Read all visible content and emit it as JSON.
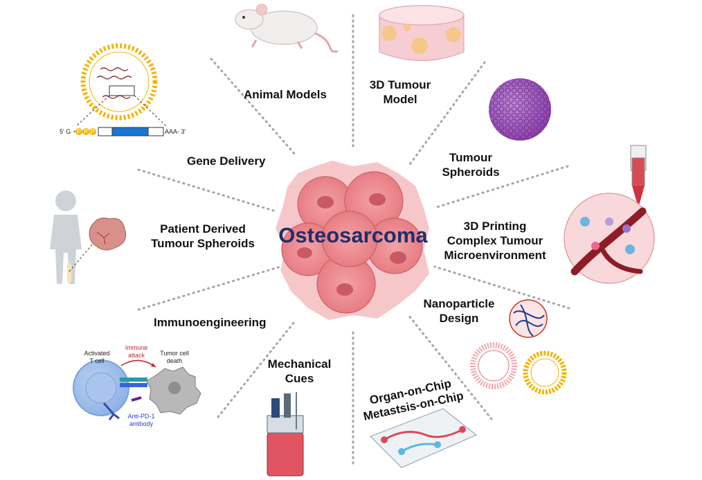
{
  "center": {
    "title": "Osteosarcoma"
  },
  "topics": {
    "animal_models": "Animal Models",
    "tumour_model": [
      "3D Tumour",
      "Model"
    ],
    "gene_delivery": "Gene Delivery",
    "tumour_spheroids": [
      "Tumour",
      "Spheroids"
    ],
    "patient_derived": [
      "Patient Derived",
      "Tumour Spheroids"
    ],
    "printing": [
      "3D Printing",
      "Complex Tumour",
      "Microenvironment"
    ],
    "immunoengineering": "Immunoengineering",
    "nanoparticle": [
      "Nanoparticle",
      "Design"
    ],
    "mechanical": [
      "Mechanical",
      "Cues"
    ],
    "organ_chip": [
      "Organ-on-Chip",
      "Metastsis-on-Chip"
    ]
  },
  "gene_construct": {
    "left": "5' G",
    "cap": [
      "P",
      "P",
      "P"
    ],
    "right": "AAA- 3'"
  },
  "immuno": {
    "activated": [
      "Activated",
      "T cell"
    ],
    "attack": [
      "Immune",
      "attack"
    ],
    "death": [
      "Tumor cell",
      "death"
    ],
    "antibody": [
      "Anti-PD-1",
      "antibody"
    ]
  },
  "colors": {
    "title": "#1e2d6b",
    "tumour_pink": "#e8858c",
    "spheroid_purple": "#9b59b6",
    "lipid_orange": "#f4b400",
    "dna_blue": "#1976d2",
    "connector_gray": "#a6a6a6"
  },
  "icons": [
    "mouse-icon",
    "hydrogel-cylinder-icon",
    "liposome-icon",
    "spheroid-icon",
    "child-silhouette-icon",
    "bioprinter-icon",
    "t-cell-icon",
    "nanoparticle-icon",
    "bioreactor-icon",
    "microfluidic-chip-icon",
    "tumour-cluster-icon"
  ]
}
